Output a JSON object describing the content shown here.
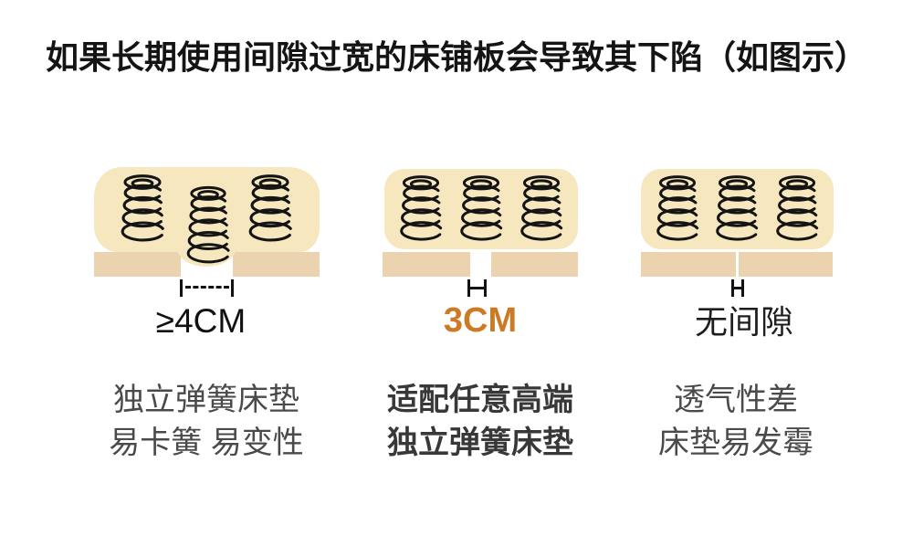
{
  "title": "如果长期使用间隙过宽的床铺板会导致其下陷（如图示）",
  "panels": [
    {
      "name": "wide-gap",
      "gap_label": "≥4CM",
      "desc_line1": "独立弹簧床垫",
      "desc_line2": "易卡簧 易变性"
    },
    {
      "name": "ideal-gap",
      "gap_label": "3CM",
      "desc_line1": "适配任意高端",
      "desc_line2": "独立弹簧床垫"
    },
    {
      "name": "no-gap",
      "gap_label": "无间隙",
      "desc_line1": "透气性差",
      "desc_line2": "床垫易发霉"
    }
  ],
  "colors": {
    "mattress_fill": "#F6E7BE",
    "slat_fill": "#ECD3AF",
    "spring_stroke": "#141414",
    "accent_orange": "#CE7A25",
    "title_text": "#141414",
    "body_text": "#4A4A4A"
  }
}
